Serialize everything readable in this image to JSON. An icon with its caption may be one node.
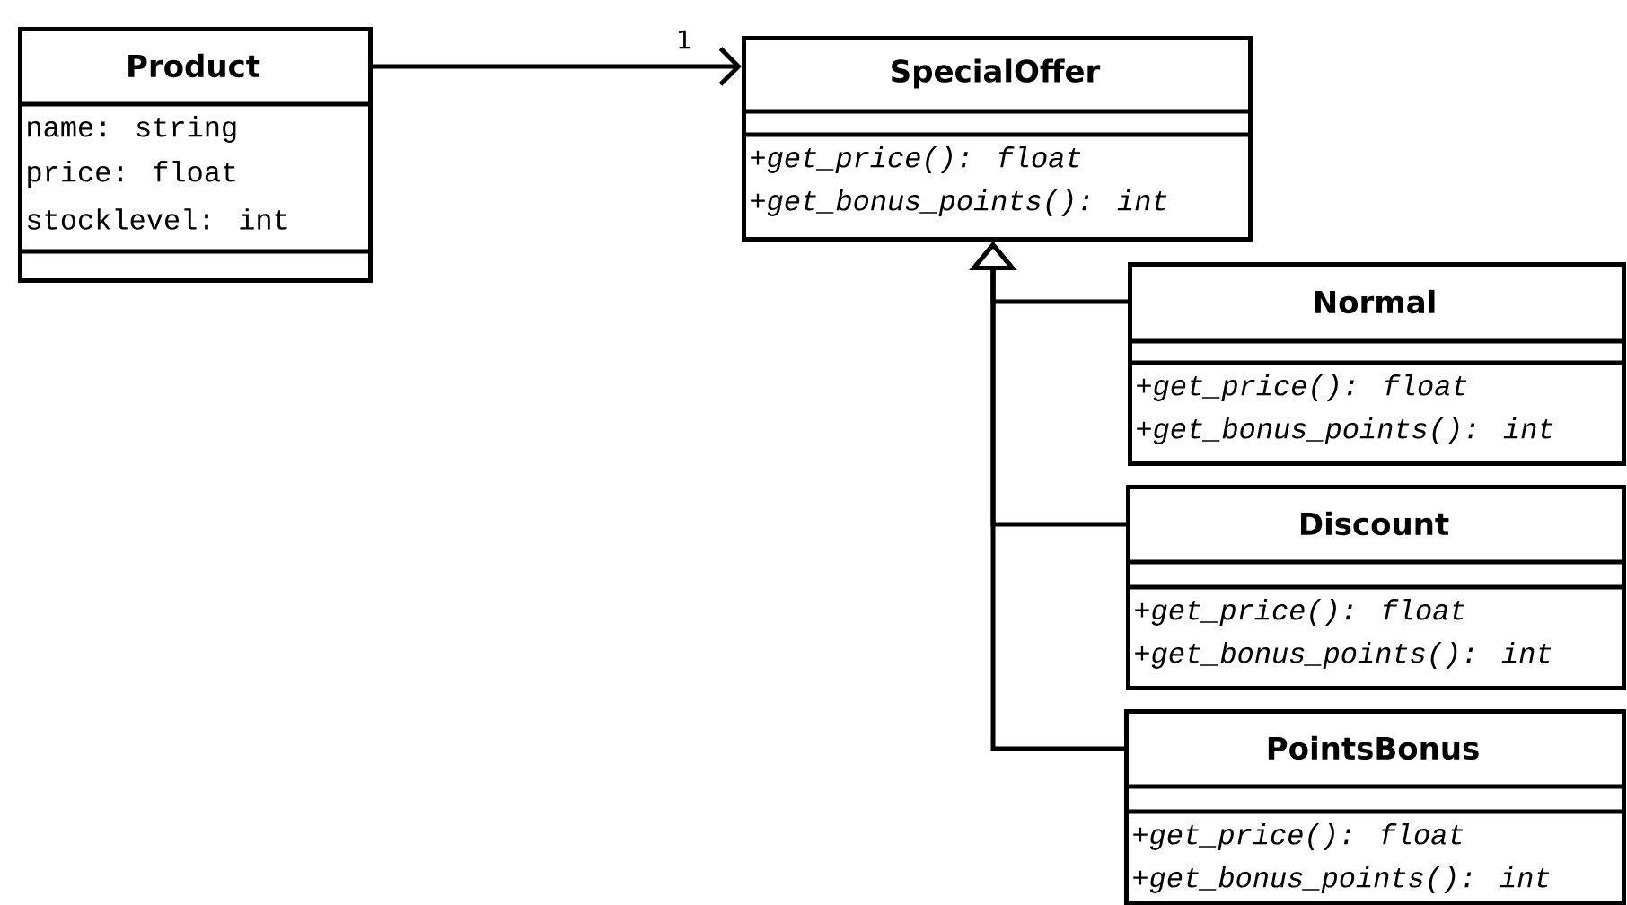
{
  "diagram": {
    "nodes": [
      {
        "text": [
          "Product",
          "name: string",
          "price: float",
          "stocklevel: int"
        ]
      },
      {
        "text": [
          "SpecialOffer",
          "+get_price(): float",
          "+get_bonus_points(): int"
        ]
      },
      {
        "text": [
          "Normal",
          "+get_price(): float",
          "+get_bonus_points(): int"
        ]
      },
      {
        "text": [
          "Discount",
          "+get_price(): float",
          "+get_bonus_points(): int"
        ]
      },
      {
        "text": [
          "PointsBonus",
          "+get_price(): float",
          "+get_bonus_points(): int"
        ]
      }
    ],
    "edges": [
      {
        "from": 0,
        "to": 1,
        "arrow": "to",
        "label": "1"
      },
      {
        "from": 2,
        "to": 1,
        "arrow": "to"
      },
      {
        "from": 3,
        "to": 1,
        "arrow": "to"
      },
      {
        "from": 4,
        "to": 1,
        "arrow": "to"
      }
    ]
  }
}
